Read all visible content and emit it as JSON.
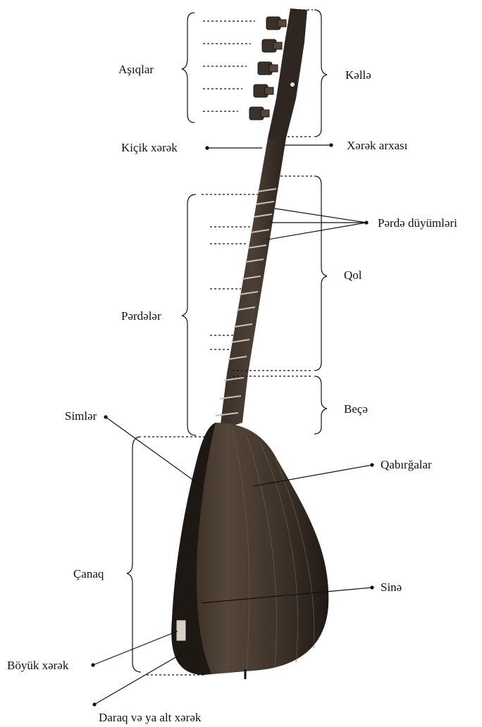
{
  "labels": {
    "ashiqlar": "Aşıqlar",
    "kelle": "Kəllə",
    "kichik_xerek": "Kiçik xərək",
    "xerek_arxasi": "Xərək arxası",
    "perde_duyumleri": "Pərdə düyümləri",
    "qol": "Qol",
    "perdeler": "Pərdələr",
    "beche": "Beçə",
    "simler": "Simlər",
    "qabirgalar": "Qabırğalar",
    "chanaq": "Çanaq",
    "sine": "Sinə",
    "boyuk_xerek": "Böyük xərək",
    "daraq": "Daraq və ya alt xərək"
  },
  "colors": {
    "ink": "#111111",
    "wood_dark": "#2a221c",
    "wood_mid": "#4a3d33",
    "wood_light": "#6b5b4d",
    "fret": "#c9c2b8"
  }
}
